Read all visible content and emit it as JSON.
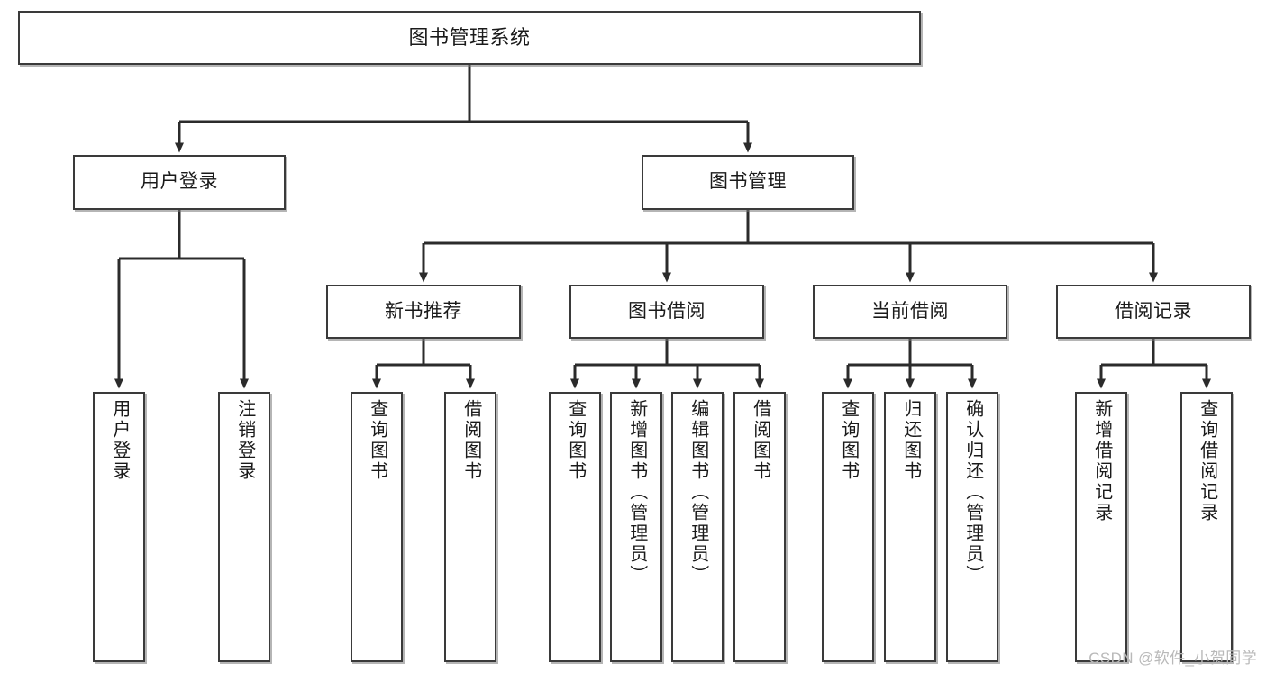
{
  "diagram": {
    "title": "图书管理系统",
    "type": "tree",
    "watermark": "CSDN @软件_小贺同学",
    "colors": {
      "box_border": "#3a3a3a",
      "box_fill": "#ffffff",
      "edge": "#2b2b2b",
      "text": "#1a1a1a",
      "watermark": "#b9b9b9"
    },
    "levels": {
      "root": "图书管理系统",
      "level2": [
        "用户登录",
        "图书管理"
      ],
      "level3": [
        "新书推荐",
        "图书借阅",
        "当前借阅",
        "借阅记录"
      ]
    },
    "nodes": {
      "root": {
        "label": "图书管理系统",
        "orientation": "horizontal"
      },
      "user_login": {
        "label": "用户登录",
        "orientation": "horizontal"
      },
      "book_manage": {
        "label": "图书管理",
        "orientation": "horizontal"
      },
      "new_book_rec": {
        "label": "新书推荐",
        "orientation": "horizontal"
      },
      "book_borrow": {
        "label": "图书借阅",
        "orientation": "horizontal"
      },
      "current_borrow": {
        "label": "当前借阅",
        "orientation": "horizontal"
      },
      "borrow_record": {
        "label": "借阅记录",
        "orientation": "horizontal"
      },
      "leaf_user_login": {
        "label": "用户登录",
        "orientation": "vertical"
      },
      "leaf_logout": {
        "label": "注销登录",
        "orientation": "vertical"
      },
      "leaf_query_book_1": {
        "label": "查询图书",
        "orientation": "vertical"
      },
      "leaf_borrow_book_1": {
        "label": "借阅图书",
        "orientation": "vertical"
      },
      "leaf_query_book_2": {
        "label": "查询图书",
        "orientation": "vertical"
      },
      "leaf_add_book": {
        "label": "新增图书（管理员）",
        "orientation": "vertical"
      },
      "leaf_edit_book": {
        "label": "编辑图书（管理员）",
        "orientation": "vertical"
      },
      "leaf_borrow_book_2": {
        "label": "借阅图书",
        "orientation": "vertical"
      },
      "leaf_query_book_3": {
        "label": "查询图书",
        "orientation": "vertical"
      },
      "leaf_return_book": {
        "label": "归还图书",
        "orientation": "vertical"
      },
      "leaf_confirm_return": {
        "label": "确认归还（管理员）",
        "orientation": "vertical"
      },
      "leaf_add_record": {
        "label": "新增借阅记录",
        "orientation": "vertical"
      },
      "leaf_query_record": {
        "label": "查询借阅记录",
        "orientation": "vertical"
      }
    },
    "edges": [
      {
        "from": "root",
        "to": "user_login"
      },
      {
        "from": "root",
        "to": "book_manage"
      },
      {
        "from": "user_login",
        "to": "leaf_user_login"
      },
      {
        "from": "user_login",
        "to": "leaf_logout"
      },
      {
        "from": "book_manage",
        "to": "new_book_rec"
      },
      {
        "from": "book_manage",
        "to": "book_borrow"
      },
      {
        "from": "book_manage",
        "to": "current_borrow"
      },
      {
        "from": "book_manage",
        "to": "borrow_record"
      },
      {
        "from": "new_book_rec",
        "to": "leaf_query_book_1"
      },
      {
        "from": "new_book_rec",
        "to": "leaf_borrow_book_1"
      },
      {
        "from": "book_borrow",
        "to": "leaf_query_book_2"
      },
      {
        "from": "book_borrow",
        "to": "leaf_add_book"
      },
      {
        "from": "book_borrow",
        "to": "leaf_edit_book"
      },
      {
        "from": "book_borrow",
        "to": "leaf_borrow_book_2"
      },
      {
        "from": "current_borrow",
        "to": "leaf_query_book_3"
      },
      {
        "from": "current_borrow",
        "to": "leaf_return_book"
      },
      {
        "from": "current_borrow",
        "to": "leaf_confirm_return"
      },
      {
        "from": "borrow_record",
        "to": "leaf_add_record"
      },
      {
        "from": "borrow_record",
        "to": "leaf_query_record"
      }
    ]
  }
}
